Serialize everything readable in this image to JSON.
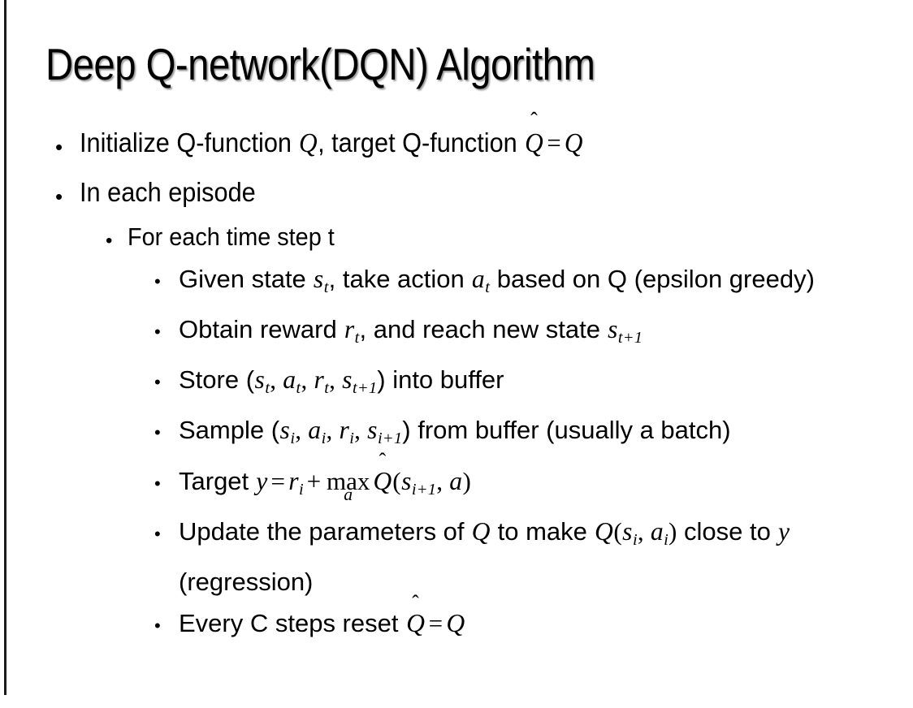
{
  "slide": {
    "title": "Deep Q-network(DQN) Algorithm",
    "background_color": "#ffffff",
    "text_color": "#000000",
    "border_color": "#1b1b1b",
    "bullet_glyph": "•"
  },
  "content": {
    "b1": {
      "level": 1,
      "pre": "Initialize Q-function ",
      "var_q1": "Q",
      "mid": ", target Q-function ",
      "hat_q": "Q",
      "hat_accent": "̂",
      "eq": "=",
      "var_q2": "Q",
      "plain_text": "Initialize Q-function Q, target Q-function Q̂ = Q"
    },
    "b2": {
      "level": 1,
      "text": "In each episode"
    },
    "b3": {
      "level": 2,
      "text": "For each time step t"
    },
    "b4": {
      "level": 3,
      "pre": "Given state ",
      "var_s": "s",
      "sub_s": "t",
      "mid": ", take action ",
      "var_a": "a",
      "sub_a": "t",
      "post": " based on Q (epsilon greedy)",
      "plain_text": "Given state s_t, take action a_t based on Q (epsilon greedy)"
    },
    "b5": {
      "level": 3,
      "pre": "Obtain reward ",
      "var_r": "r",
      "sub_r": "t",
      "mid": ", and reach new state ",
      "var_s": "s",
      "sub_s": "t+1",
      "plain_text": "Obtain reward r_t, and reach new state s_{t+1}"
    },
    "b6": {
      "level": 3,
      "pre": "Store (",
      "v1": "s",
      "v1sub": "t",
      "sep1": ", ",
      "v2": "a",
      "v2sub": "t",
      "sep2": ", ",
      "v3": "r",
      "v3sub": "t",
      "sep3": ", ",
      "v4": "s",
      "v4sub": "t+1",
      "close": ")",
      "post": " into buffer",
      "plain_text": "Store (s_t, a_t, r_t, s_{t+1}) into buffer"
    },
    "b7": {
      "level": 3,
      "pre": "Sample (",
      "v1": "s",
      "v1sub": "i",
      "sep1": ", ",
      "v2": "a",
      "v2sub": "i",
      "sep2": ", ",
      "v3": "r",
      "v3sub": "i",
      "sep3": ", ",
      "v4": "s",
      "v4sub": "i+1",
      "close": ")",
      "post": " from buffer (usually a batch)",
      "plain_text": "Sample (s_i, a_i, r_i, s_{i+1}) from buffer (usually a batch)"
    },
    "b8": {
      "level": 3,
      "pre": "Target ",
      "var_y": "y",
      "eq": "=",
      "var_r": "r",
      "sub_r": "i",
      "plus": "+",
      "max_op": "max",
      "max_sub": "a",
      "hat_q": "Q",
      "hat_accent": "̂",
      "open": "(",
      "var_s": "s",
      "sub_s": "i+1",
      "comma": ", ",
      "var_a": "a",
      "close": ")",
      "plain_text": "Target y = r_i + max_a Q̂(s_{i+1}, a)"
    },
    "b9": {
      "level": 3,
      "pre": "Update the parameters of ",
      "var_q1": "Q",
      "mid": " to make ",
      "var_q2": "Q",
      "open": "(",
      "var_s": "s",
      "sub_s": "i",
      "comma": ", ",
      "var_a": "a",
      "sub_a": "i",
      "close": ")",
      "post": " close to ",
      "var_y": "y",
      "tail": " (regression)",
      "plain_text": "Update the parameters of Q to make Q(s_i, a_i) close to y (regression)"
    },
    "b10": {
      "level": 3,
      "pre": "Every C steps reset ",
      "hat_q": "Q",
      "hat_accent": "̂",
      "eq": "=",
      "var_q": "Q",
      "plain_text": "Every C steps reset Q̂ = Q"
    }
  }
}
